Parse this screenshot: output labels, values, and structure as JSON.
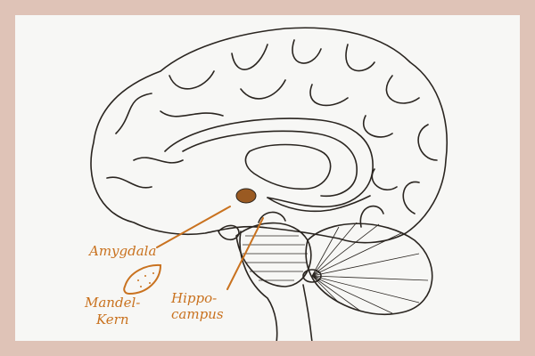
{
  "labels": {
    "amygdala": "Amygdala",
    "mandelkern_1": "Mandel-",
    "mandelkern_2": "Kern",
    "hippocampus_1": "Hippo-",
    "hippocampus_2": "campus"
  },
  "colors": {
    "frame": "#dfc3b7",
    "paper": "#f7f7f5",
    "annotation": "#c9721f",
    "amygdala_fill": "#9a5a22",
    "ink": "#2a2520"
  }
}
